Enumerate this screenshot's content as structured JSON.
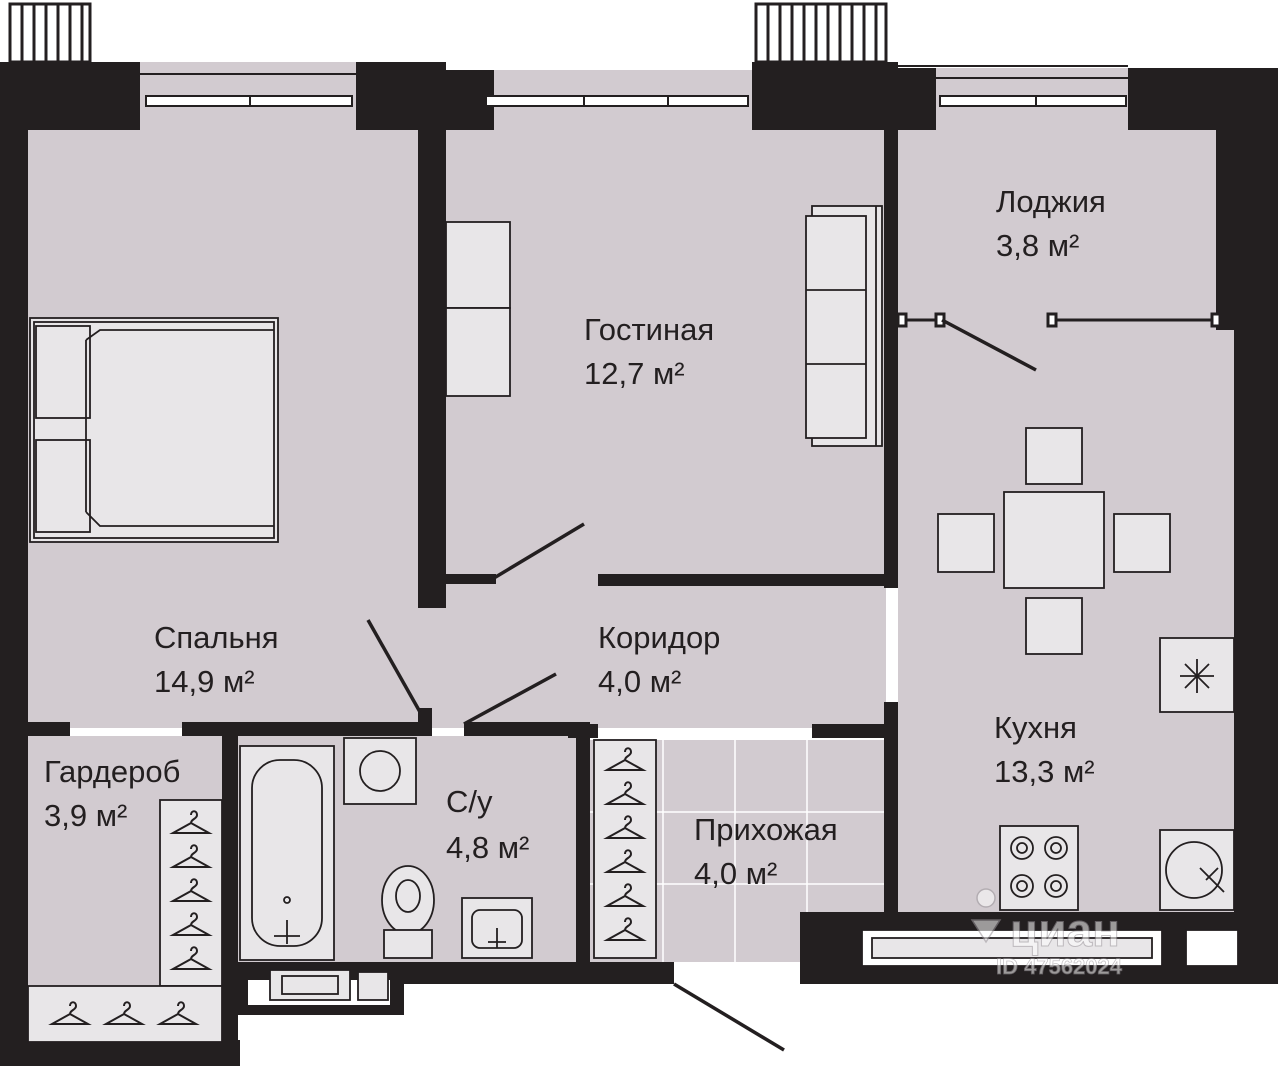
{
  "plan": {
    "colors": {
      "floor": "#d2cbd0",
      "wall": "#231f20",
      "furniture": "#e8e6e8",
      "tile_line": "#ffffff",
      "background": "#ffffff"
    },
    "rooms": [
      {
        "id": "bedroom",
        "name": "Спальня",
        "area": "14,9 м²"
      },
      {
        "id": "living",
        "name": "Гостиная",
        "area": "12,7 м²"
      },
      {
        "id": "loggia",
        "name": "Лоджия",
        "area": "3,8 м²"
      },
      {
        "id": "corridor",
        "name": "Коридор",
        "area": "4,0 м²"
      },
      {
        "id": "kitchen",
        "name": "Кухня",
        "area": "13,3 м²"
      },
      {
        "id": "wardrobe",
        "name": "Гардероб",
        "area": "3,9 м²"
      },
      {
        "id": "bathroom",
        "name": "С/у",
        "area": "4,8 м²"
      },
      {
        "id": "hall",
        "name": "Прихожая",
        "area": "4,0 м²"
      }
    ],
    "watermark": {
      "brand": "циан",
      "id_text": "ID 47562024",
      "icon": "map-pin-icon"
    }
  }
}
